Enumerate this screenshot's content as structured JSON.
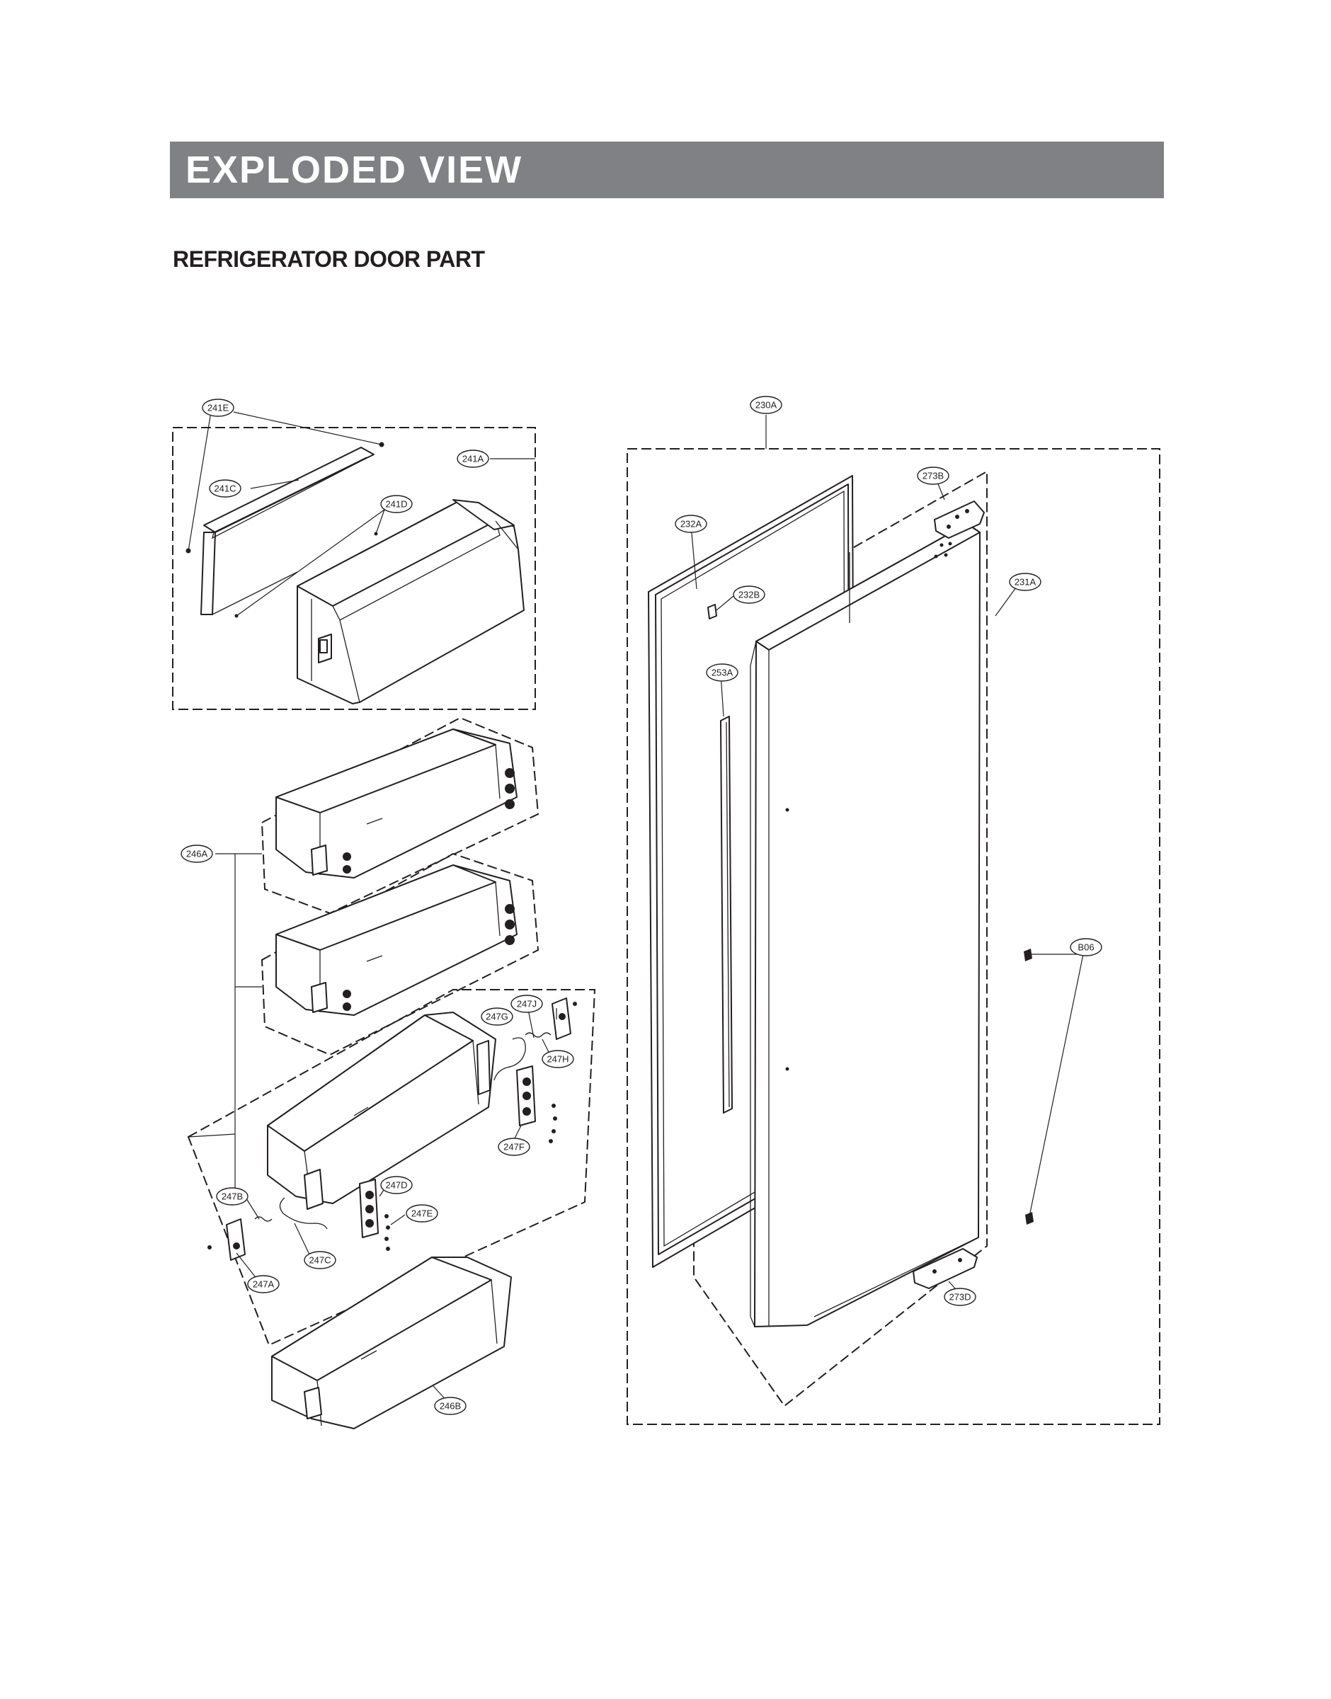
{
  "header": {
    "title": "EXPLODED VIEW"
  },
  "section": {
    "title": "REFRIGERATOR DOOR PART"
  },
  "parts": {
    "p241E": "241E",
    "p241A": "241A",
    "p241C": "241C",
    "p241D": "241D",
    "p230A": "230A",
    "p273B": "273B",
    "p232A": "232A",
    "p232B": "232B",
    "p231A": "231A",
    "p253A": "253A",
    "p246A": "246A",
    "p247J": "247J",
    "p247G": "247G",
    "p247H": "247H",
    "p247F": "247F",
    "p247D": "247D",
    "p247B": "247B",
    "p247E": "247E",
    "p247C": "247C",
    "p247A": "247A",
    "p273D": "273D",
    "p246B": "246B",
    "pB06": "B06"
  },
  "colors": {
    "banner": "#808184",
    "ink": "#231f20"
  }
}
